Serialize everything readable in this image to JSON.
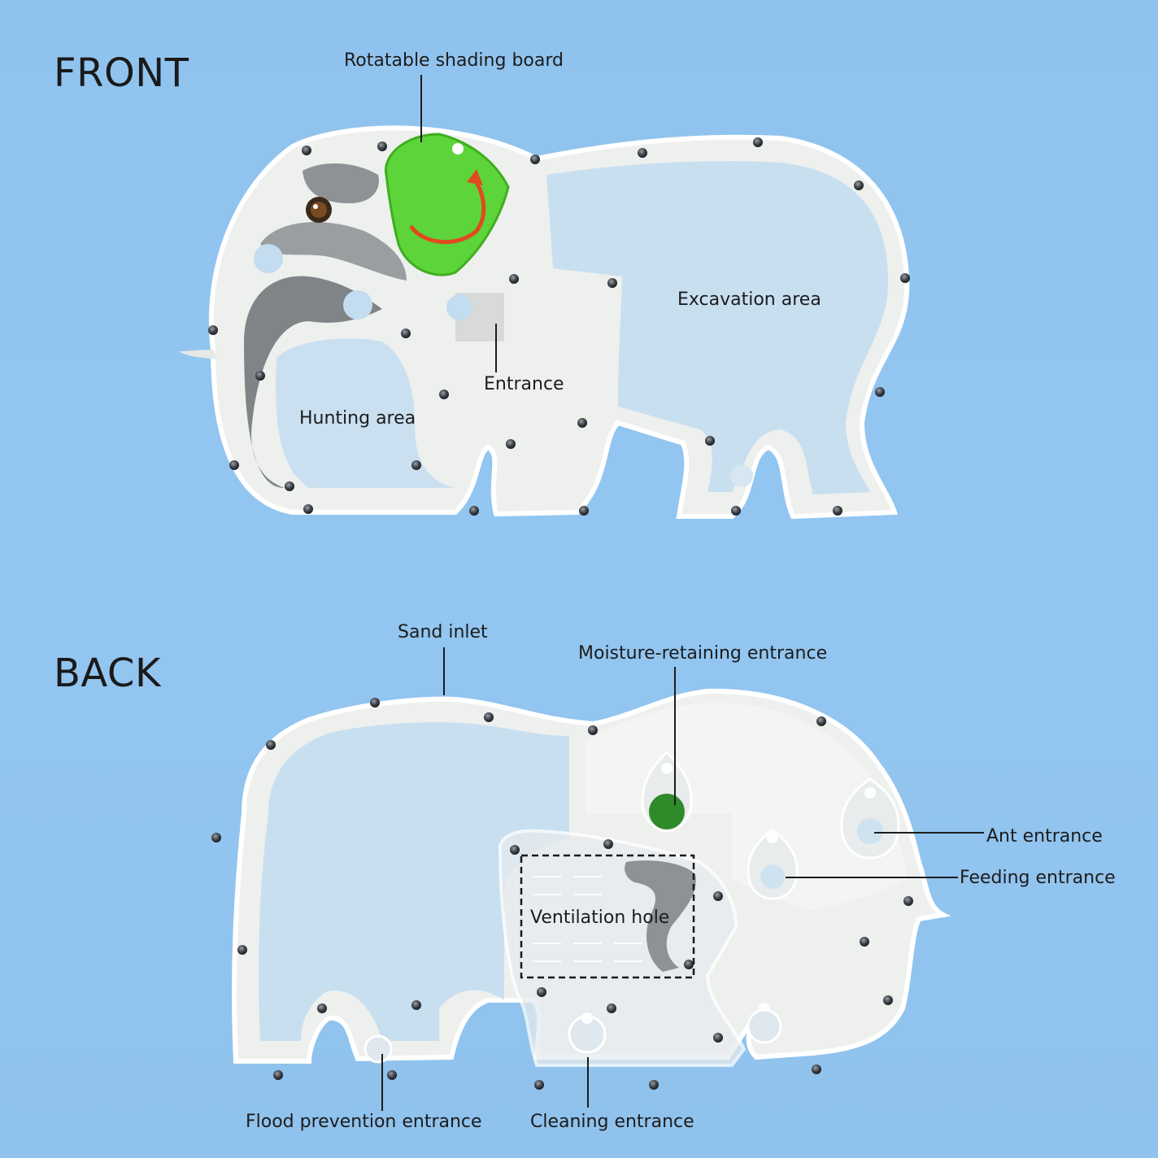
{
  "front": {
    "heading": "FRONT",
    "labels": {
      "rotatable_shading_board": "Rotatable shading board",
      "excavation_area": "Excavation area",
      "entrance": "Entrance",
      "hunting_area": "Hunting area"
    }
  },
  "back": {
    "heading": "BACK",
    "labels": {
      "sand_inlet": "Sand inlet",
      "moisture_retaining_entrance": "Moisture-retaining entrance",
      "ant_entrance": "Ant entrance",
      "feeding_entrance": "Feeding entrance",
      "ventilation_hole": "Ventilation hole",
      "flood_prevention_entrance": "Flood prevention entrance",
      "cleaning_entrance": "Cleaning entrance"
    }
  },
  "colors": {
    "background": "#8fc3ee",
    "frame": "#f2f3f1",
    "shading_board": "#5dd43a",
    "arrow": "#e04a20",
    "moisture_plug": "#2f8a2a"
  }
}
